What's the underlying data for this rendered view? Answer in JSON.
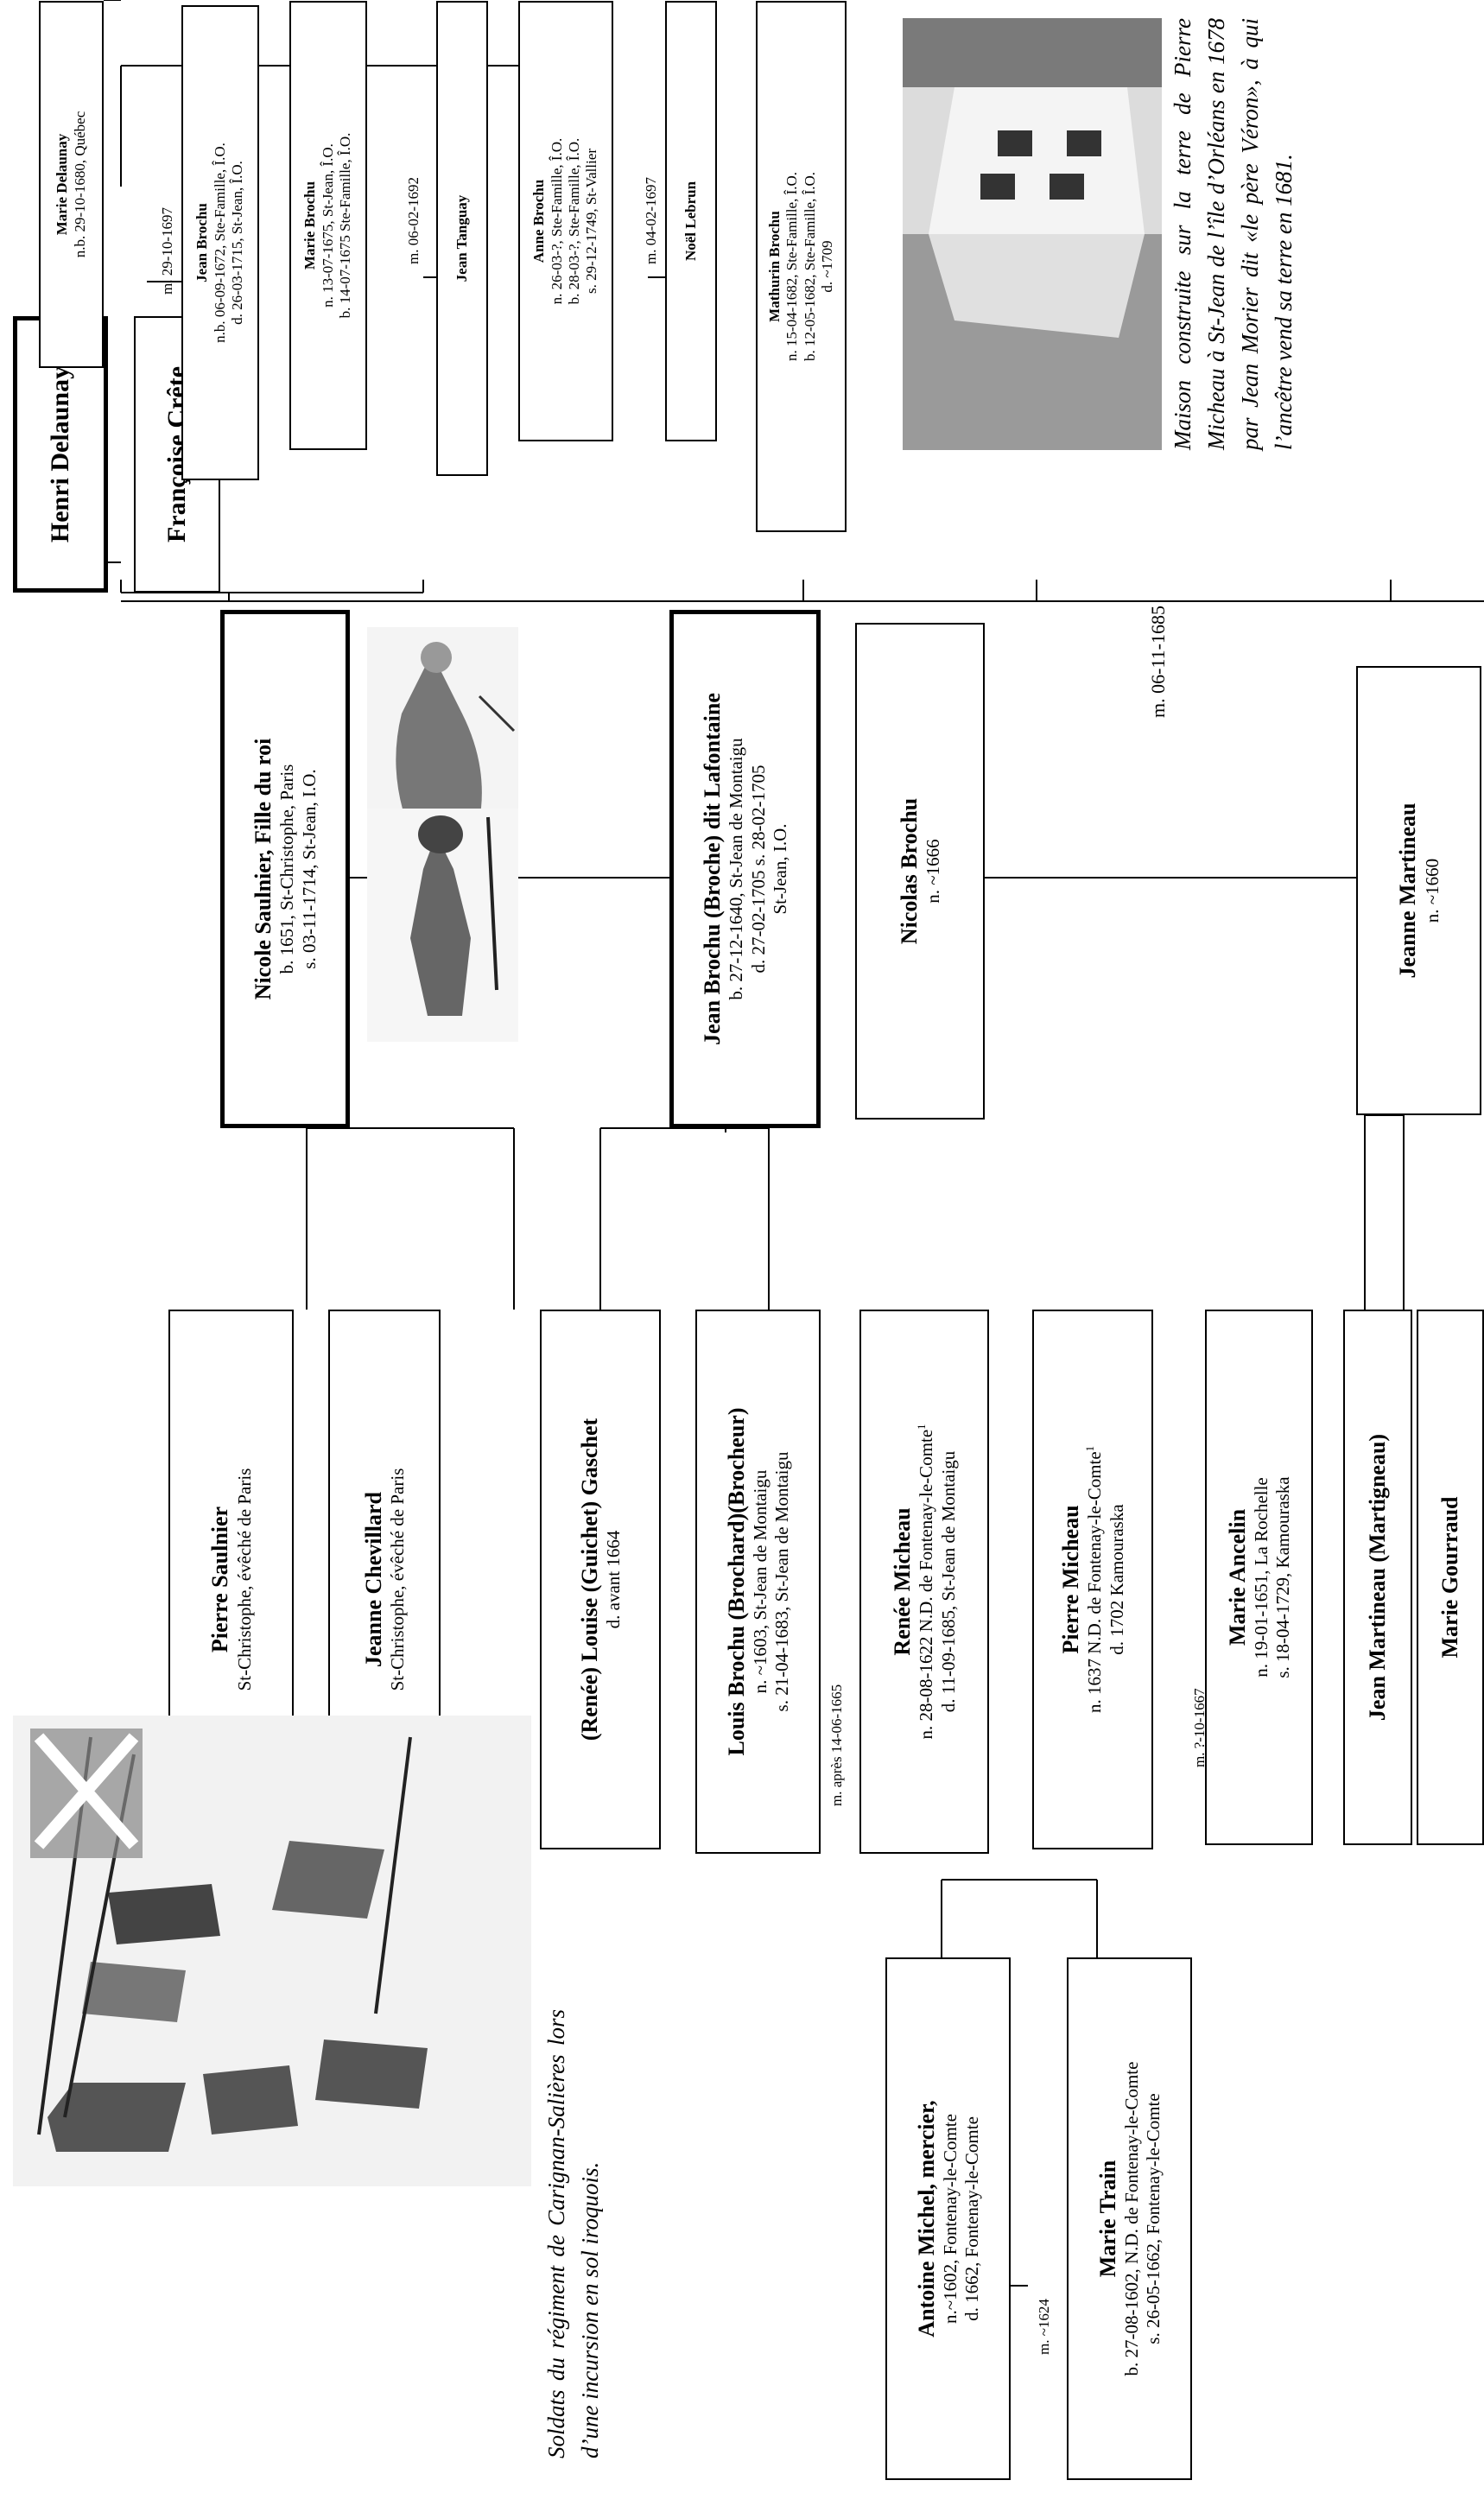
{
  "gen1": {
    "henri": {
      "name": "Henri Delaunay"
    },
    "francoise": {
      "name": "Françoise Crête"
    },
    "nicole": {
      "name": "Nicole Saulnier, Fille du roi",
      "l1": "b. 1651, St-Christophe, Paris",
      "l2": "s. 03-11-1714, St-Jean, I.O."
    },
    "jean_lafontaine": {
      "name": "Jean Brochu (Broche) dit Lafontaine",
      "l1": "b. 27-12-1640,  St-Jean de Montaigu",
      "l2": "d. 27-02-1705 s. 28-02-1705",
      "l3": "St-Jean, I.O."
    },
    "nicolas": {
      "name": "Nicolas Brochu",
      "l1": "n. ~1666"
    },
    "jeanne_martineau": {
      "name": "Jeanne Martineau",
      "l1": "n. ~1660"
    },
    "marriage_nicolas_jeanne": "m. 06-11-1685"
  },
  "children": {
    "marie_delaunay": {
      "name": "Marie Delaunay",
      "l1": "n.b. 29-10-1680, Québec"
    },
    "marriage_marie_jean": "m. 29-10-1697",
    "jean_brochu": {
      "name": "Jean Brochu",
      "l1": "n.b. 06-09-1672, Ste-Famille, Î.O.",
      "l2": "d. 26-03-1715, St-Jean, Î.O."
    },
    "marie_brochu": {
      "name": "Marie Brochu",
      "l1": "n. 13-07-1675, St-Jean, Î.O.",
      "l2": "b. 14-07-1675 Ste-Famille, Î.O."
    },
    "marriage_marie_tanguay": "m. 06-02-1692",
    "jean_tanguay": {
      "name": "Jean Tanguay"
    },
    "anne_brochu": {
      "name": "Anne Brochu",
      "l1": "n. 26-03-?, Ste-Famille, Î.O.",
      "l2": "b. 28-03-?, Ste-Famille, Î.O.",
      "l3": "s. 29-12-1749, St-Vallier"
    },
    "marriage_anne_noel": "m. 04-02-1697",
    "noel_lebrun": {
      "name": "Noël Lebrun"
    },
    "mathurin_brochu": {
      "name": "Mathurin Brochu",
      "l1": "n. 15-04-1682, Ste-Famille, Î.O.",
      "l2": "b. 12-05-1682, Ste-Famille, Î.O.",
      "l3": "d. ~1709"
    }
  },
  "parents": {
    "pierre_saulnier": {
      "name": "Pierre Saulnier",
      "l1": "St-Christophe, évêché de Paris"
    },
    "jeanne_chevillard": {
      "name": "Jeanne Chevillard",
      "l1": "St-Christophe, évêché de Paris"
    },
    "renee_gaschet": {
      "name": "(Renée) Louise (Guichet) Gaschet",
      "l1": "d. avant 1664"
    },
    "louis_brochu": {
      "name": "Louis Brochu (Brochard)(Brocheur)",
      "l1": "n. ~1603, St-Jean de Montaigu",
      "l2": "s. 21-04-1683, St-Jean de Montaigu"
    },
    "marriage_louis_renee": "m. après 14-06-1665",
    "renee_micheau": {
      "name": "Renée Micheau",
      "l1": "n. 28-08-1622  N.D. de Fontenay-le-Comte",
      "l2": "d. 11-09-1685, St-Jean de Montaigu"
    },
    "pierre_micheau": {
      "name": "Pierre Micheau",
      "l1": "n. 1637  N.D. de Fontenay-le-Comte",
      "l2": "d. 1702 Kamouraska"
    },
    "marriage_pierre_marie": "m. ?-10-1667",
    "marie_ancelin": {
      "name": "Marie Ancelin",
      "l1": "n. 19-01-1651, La Rochelle",
      "l2": "s. 18-04-1729, Kamouraska"
    },
    "jean_martineau_sr": {
      "name": "Jean Martineau (Martigneau)"
    },
    "marie_gourraud": {
      "name": "Marie Gourraud"
    },
    "footnote_mark": "1"
  },
  "grandparents": {
    "antoine_michel": {
      "name": "Antoine Michel, mercier,",
      "l1": "n.~1602, Fontenay-le-Comte",
      "l2": "d. 1662, Fontenay-le-Comte"
    },
    "marriage_antoine_marie": "m. ~1624",
    "marie_train": {
      "name": "Marie Train",
      "l1": "b. 27-08-1602, N.D. de Fontenay-le-Comte",
      "l2": "s. 26-05-1662, Fontenay-le-Comte"
    }
  },
  "captions": {
    "soldiers": "Soldats du régiment de Carignan-Salières lors d’une incursion en sol iroquois.",
    "house": "Maison construite sur la terre de Pierre Micheau à St-Jean de l’île d’Orléans en 1678 par Jean Morier dit «le père Véron», à qui l’ancêtre vend sa terre en 1681."
  },
  "images": {
    "soldiers": "soldiers-engraving",
    "house": "house-photo",
    "woman": "woman-engraving",
    "soldier": "soldier-engraving"
  }
}
